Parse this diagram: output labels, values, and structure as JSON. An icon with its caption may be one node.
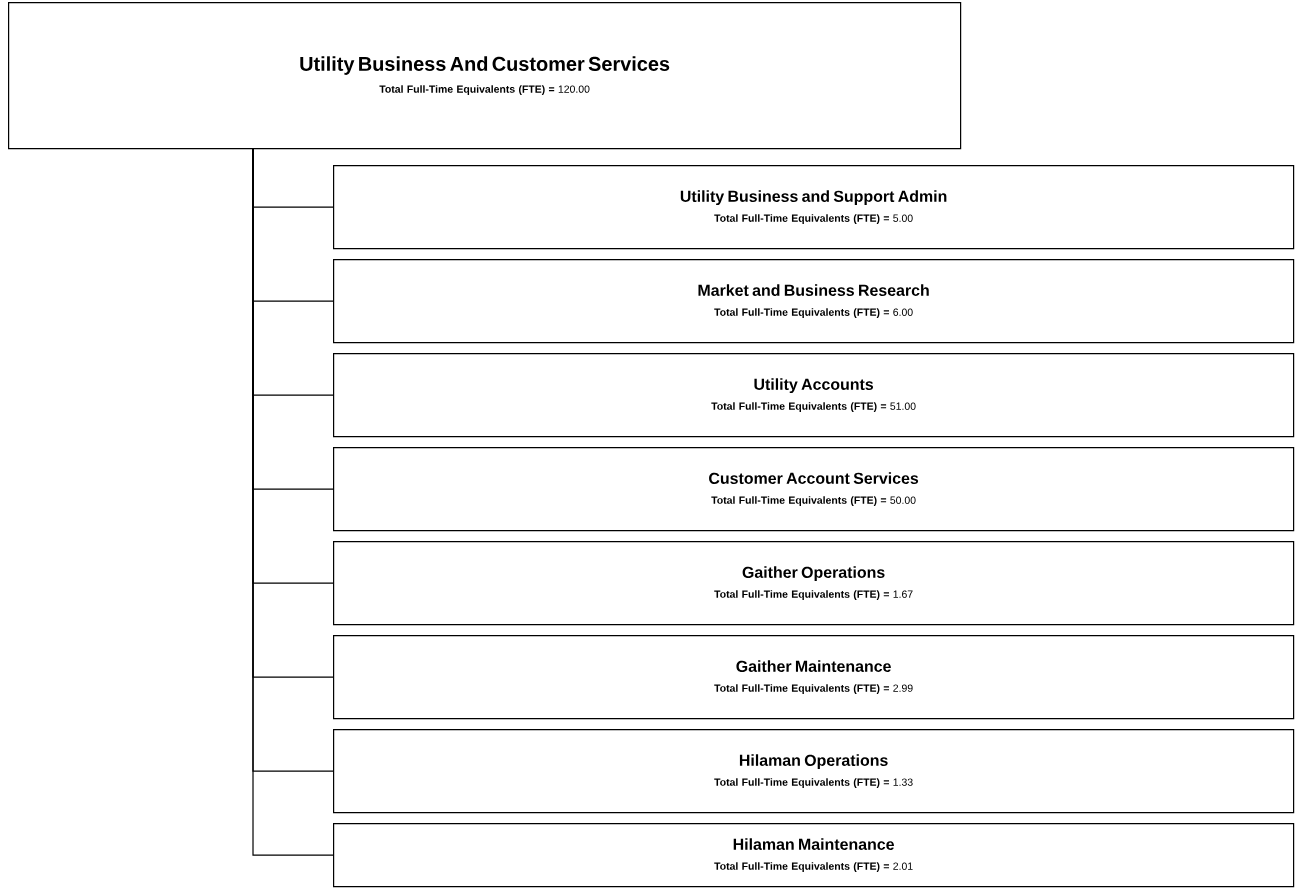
{
  "diagram": {
    "nodes": [
      {
        "text": [
          "Utility Business And Customer Services",
          "**Total Full-Time Equivalents (FTE) =**   120.00"
        ]
      },
      {
        "text": [
          "Utility Business and Support Admin",
          "**Total Full-Time Equivalents (FTE) =**   5.00"
        ]
      },
      {
        "text": [
          "Market and Business Research",
          "**Total Full-Time Equivalents (FTE) =**   6.00"
        ]
      },
      {
        "text": [
          "Utility Accounts",
          "**Total Full-Time Equivalents (FTE) =**   51.00"
        ]
      },
      {
        "text": [
          "Customer Account Services",
          "**Total Full-Time Equivalents (FTE) =**   50.00"
        ]
      },
      {
        "text": [
          "Gaither Operations",
          "**Total Full-Time Equivalents (FTE) =**   1.67"
        ]
      },
      {
        "text": [
          "Gaither Maintenance",
          "**Total Full-Time Equivalents (FTE) =**   2.99"
        ]
      },
      {
        "text": [
          "Hilaman Operations",
          "**Total Full-Time Equivalents (FTE) =**   1.33"
        ]
      },
      {
        "text": [
          "Hilaman Maintenance",
          "**Total Full-Time Equivalents (FTE) =**   2.01"
        ]
      }
    ],
    "edges": [
      {
        "from": 0,
        "to": 1,
        "arrow": "none"
      },
      {
        "from": 0,
        "to": 2,
        "arrow": "none"
      },
      {
        "from": 0,
        "to": 3,
        "arrow": "none"
      },
      {
        "from": 0,
        "to": 4,
        "arrow": "none"
      },
      {
        "from": 0,
        "to": 5,
        "arrow": "none"
      },
      {
        "from": 0,
        "to": 6,
        "arrow": "none"
      },
      {
        "from": 0,
        "to": 7,
        "arrow": "none"
      },
      {
        "from": 0,
        "to": 8,
        "arrow": "none"
      }
    ]
  }
}
